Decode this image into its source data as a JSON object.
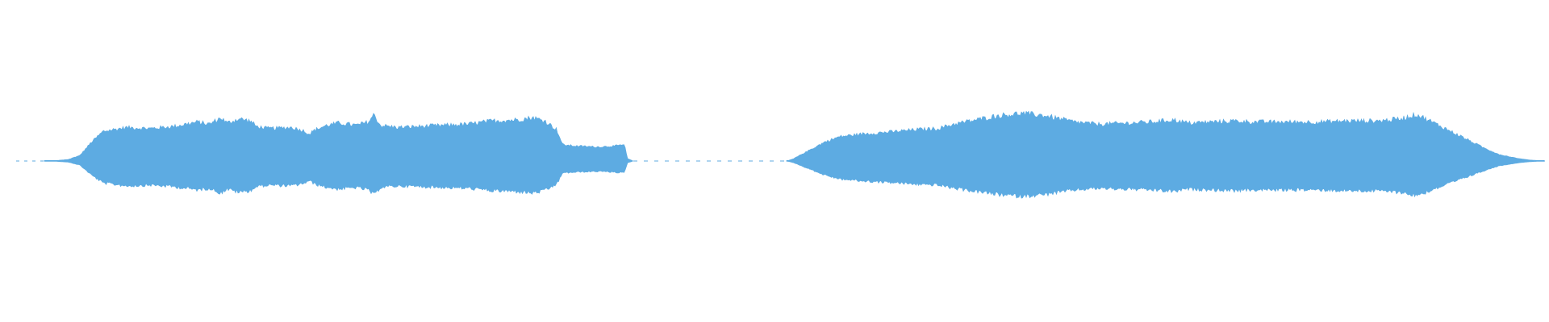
{
  "waveform": {
    "color": "#5dabe2",
    "background": "#ffffff",
    "segments": [
      {
        "name": "segment-1",
        "envelope": [
          [
            0.0,
            0.0
          ],
          [
            0.02,
            0.01
          ],
          [
            0.04,
            0.03
          ],
          [
            0.06,
            0.1
          ],
          [
            0.08,
            0.35
          ],
          [
            0.1,
            0.55
          ],
          [
            0.14,
            0.62
          ],
          [
            0.18,
            0.6
          ],
          [
            0.22,
            0.64
          ],
          [
            0.26,
            0.72
          ],
          [
            0.28,
            0.68
          ],
          [
            0.3,
            0.8
          ],
          [
            0.31,
            0.7
          ],
          [
            0.33,
            0.78
          ],
          [
            0.35,
            0.74
          ],
          [
            0.36,
            0.64
          ],
          [
            0.38,
            0.6
          ],
          [
            0.42,
            0.62
          ],
          [
            0.44,
            0.56
          ],
          [
            0.45,
            0.5
          ],
          [
            0.46,
            0.58
          ],
          [
            0.48,
            0.66
          ],
          [
            0.5,
            0.7
          ],
          [
            0.53,
            0.66
          ],
          [
            0.55,
            0.72
          ],
          [
            0.56,
            0.86
          ],
          [
            0.57,
            0.66
          ],
          [
            0.6,
            0.62
          ],
          [
            0.64,
            0.64
          ],
          [
            0.68,
            0.66
          ],
          [
            0.72,
            0.68
          ],
          [
            0.76,
            0.74
          ],
          [
            0.8,
            0.76
          ],
          [
            0.83,
            0.8
          ],
          [
            0.85,
            0.74
          ],
          [
            0.87,
            0.58
          ],
          [
            0.88,
            0.3
          ],
          [
            0.9,
            0.28
          ],
          [
            0.94,
            0.26
          ],
          [
            0.97,
            0.28
          ],
          [
            0.985,
            0.3
          ],
          [
            0.99,
            0.05
          ],
          [
            1.0,
            0.0
          ]
        ]
      },
      {
        "name": "segment-2",
        "envelope": [
          [
            0.0,
            0.0
          ],
          [
            0.01,
            0.05
          ],
          [
            0.03,
            0.2
          ],
          [
            0.05,
            0.35
          ],
          [
            0.07,
            0.45
          ],
          [
            0.1,
            0.5
          ],
          [
            0.14,
            0.54
          ],
          [
            0.17,
            0.58
          ],
          [
            0.2,
            0.6
          ],
          [
            0.22,
            0.68
          ],
          [
            0.25,
            0.76
          ],
          [
            0.28,
            0.84
          ],
          [
            0.31,
            0.88
          ],
          [
            0.34,
            0.84
          ],
          [
            0.36,
            0.78
          ],
          [
            0.38,
            0.72
          ],
          [
            0.41,
            0.68
          ],
          [
            0.45,
            0.7
          ],
          [
            0.48,
            0.72
          ],
          [
            0.51,
            0.76
          ],
          [
            0.53,
            0.7
          ],
          [
            0.56,
            0.72
          ],
          [
            0.59,
            0.74
          ],
          [
            0.62,
            0.72
          ],
          [
            0.66,
            0.72
          ],
          [
            0.7,
            0.72
          ],
          [
            0.74,
            0.74
          ],
          [
            0.78,
            0.74
          ],
          [
            0.81,
            0.78
          ],
          [
            0.83,
            0.86
          ],
          [
            0.84,
            0.8
          ],
          [
            0.86,
            0.66
          ],
          [
            0.88,
            0.52
          ],
          [
            0.9,
            0.38
          ],
          [
            0.92,
            0.24
          ],
          [
            0.94,
            0.12
          ],
          [
            0.96,
            0.06
          ],
          [
            0.98,
            0.02
          ],
          [
            1.0,
            0.0
          ]
        ]
      }
    ]
  }
}
